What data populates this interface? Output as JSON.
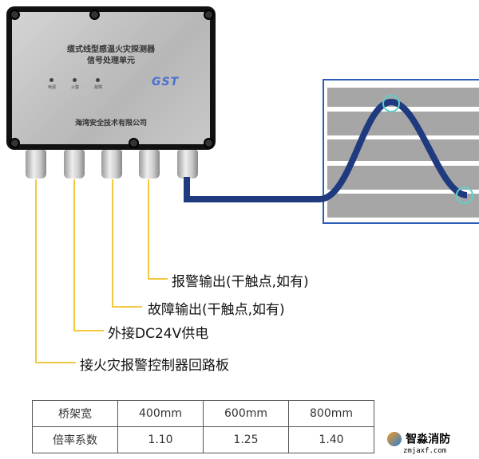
{
  "device": {
    "title_line1": "缆式线型感温火灾探测器",
    "title_line2": "信号处理单元",
    "leds": [
      "电源",
      "火警",
      "故障"
    ],
    "logo": "GST",
    "maker": "海湾安全技术有限公司"
  },
  "labels": [
    "报警输出(干触点,如有)",
    "故障输出(干触点,如有)",
    "外接DC24V供电",
    "接火灾报警控制器回路板"
  ],
  "table": {
    "rows": [
      [
        "桥架宽",
        "400mm",
        "600mm",
        "800mm"
      ],
      [
        "倍率系数",
        "1.10",
        "1.25",
        "1.40"
      ]
    ]
  },
  "watermark": {
    "name": "智淼消防",
    "url": "zmjaxf.com"
  },
  "colors": {
    "wire": "#f5c842",
    "cable": "#1f3a7f",
    "marker": "#5fd0c8",
    "stripe": "#a6a6a6",
    "frame": "#2a5cb8"
  }
}
